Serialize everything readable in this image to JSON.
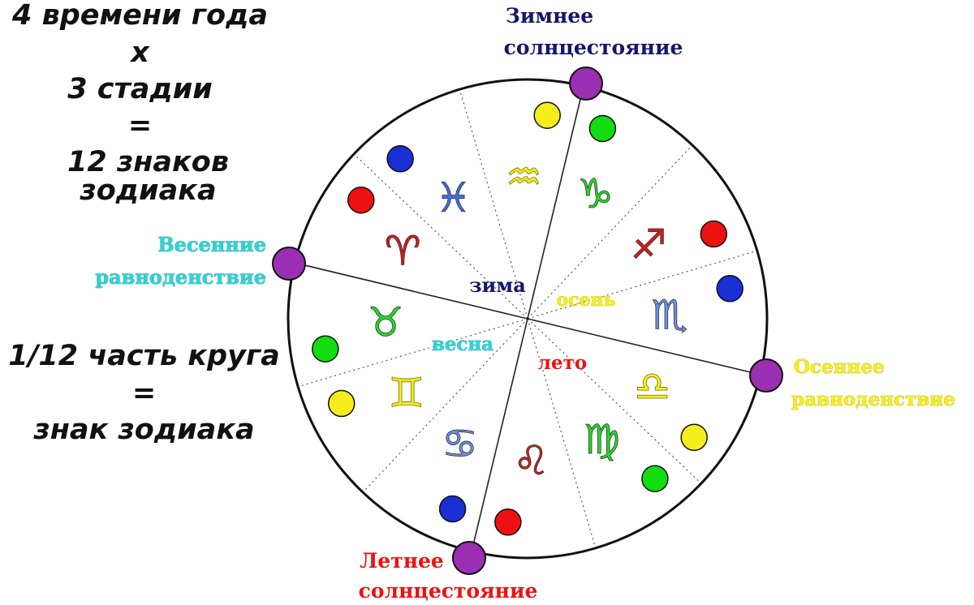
{
  "formula": {
    "line1": "4 времени года",
    "line2": "x",
    "line3": "3 стадии",
    "line4": "=",
    "line5": "12 знаков зодиака"
  },
  "fraction": {
    "line1": "1/12 часть круга",
    "line2": "=",
    "line3": "знак зодиака"
  },
  "events": {
    "winter_solstice": [
      "Зимнее",
      "солнцестояние"
    ],
    "spring_equinox": [
      "Весенние",
      "равноденствие"
    ],
    "autumn_equinox": [
      "Осеннее",
      "равноденствие"
    ],
    "summer_solstice": [
      "Летнее",
      "солнцестояние"
    ]
  },
  "seasons": {
    "winter": "зима",
    "autumn": "осень",
    "spring": "весна",
    "summer": "лето"
  },
  "colors": {
    "winter_text": "#15166b",
    "spring_text": "#2dd4d6",
    "autumn_text": "#f5ee1c",
    "summer_text": "#ee1111",
    "marker": "#9b2fb3",
    "red": "#ee1111",
    "green": "#11dd11",
    "blue": "#1a2fd6",
    "yellow": "#f5ee1c"
  },
  "signs": [
    {
      "name": "capricorn",
      "glyph": "♑",
      "color": "#22dd22",
      "dot": "green"
    },
    {
      "name": "sagittarius",
      "glyph": "♐",
      "color": "#d61a1a",
      "dot": "red"
    },
    {
      "name": "scorpio",
      "glyph": "♏",
      "color": "#6b8fe8",
      "dot": "blue"
    },
    {
      "name": "libra",
      "glyph": "♎",
      "color": "#f5ee1c",
      "dot": "yellow"
    },
    {
      "name": "virgo",
      "glyph": "♍",
      "color": "#22dd22",
      "dot": "green"
    },
    {
      "name": "leo",
      "glyph": "♌",
      "color": "#d61a1a",
      "dot": "red"
    },
    {
      "name": "cancer",
      "glyph": "♋",
      "color": "#6b8fe8",
      "dot": "blue"
    },
    {
      "name": "gemini",
      "glyph": "♊",
      "color": "#f5ee1c",
      "dot": "yellow"
    },
    {
      "name": "taurus",
      "glyph": "♉",
      "color": "#22dd22",
      "dot": "green"
    },
    {
      "name": "aries",
      "glyph": "♈",
      "color": "#d61a1a",
      "dot": "red"
    },
    {
      "name": "pisces",
      "glyph": "♓",
      "color": "#3f6fe0",
      "dot": "blue"
    },
    {
      "name": "aquarius",
      "glyph": "♒",
      "color": "#f5ee1c",
      "dot": "yellow"
    }
  ]
}
